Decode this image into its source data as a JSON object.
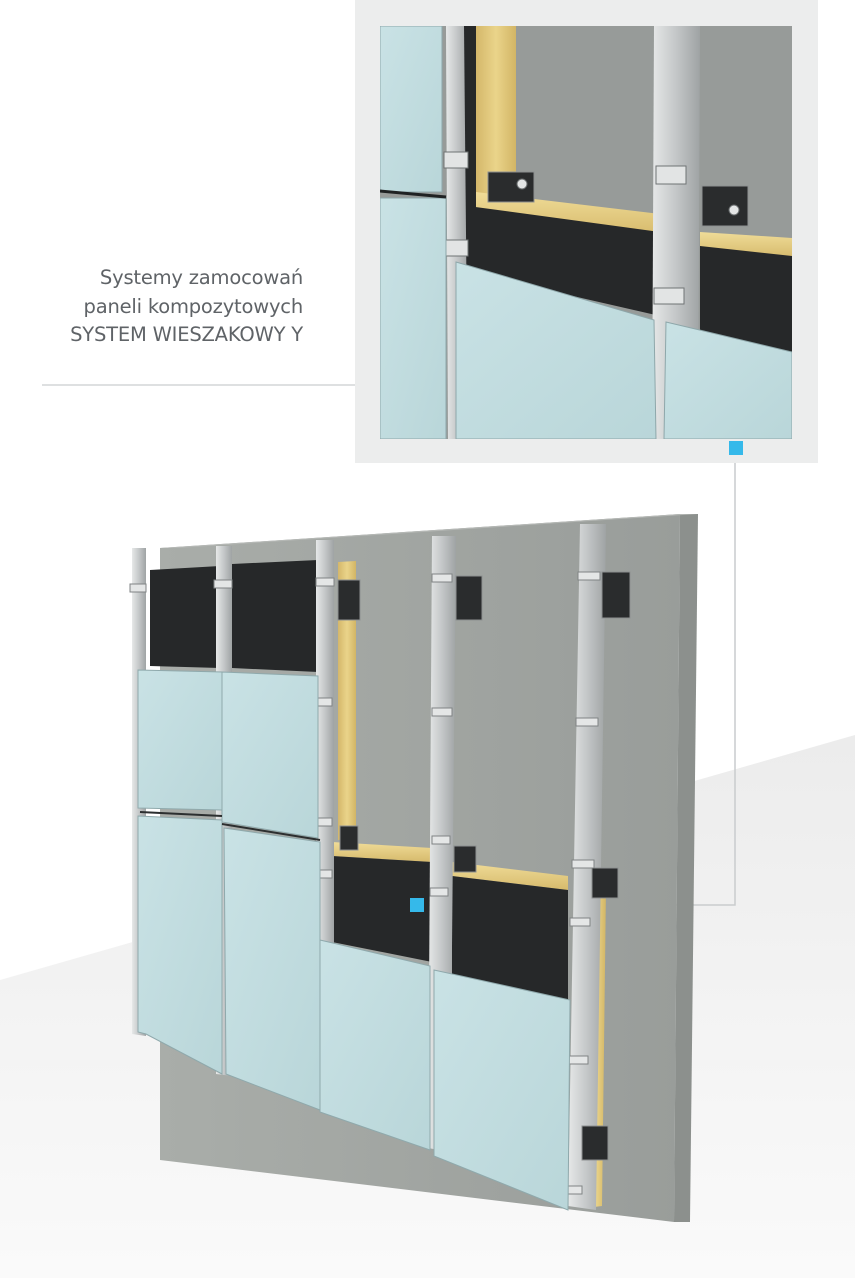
{
  "caption": {
    "line1": "Systemy zamocowań",
    "line2": "paneli kompozytowych",
    "line3": "SYSTEM WIESZAKOWY Y"
  },
  "colors": {
    "accent": "#35b9ea",
    "panel": "#c2dde0",
    "insulation": "#262829",
    "mineral_wool": "#e3c97a",
    "wall": "#a2a6a3",
    "rail": "#c7cacb",
    "leader_line": "#c9cccd"
  },
  "icons": [
    "detail-marker-icon",
    "callout-marker-icon"
  ]
}
